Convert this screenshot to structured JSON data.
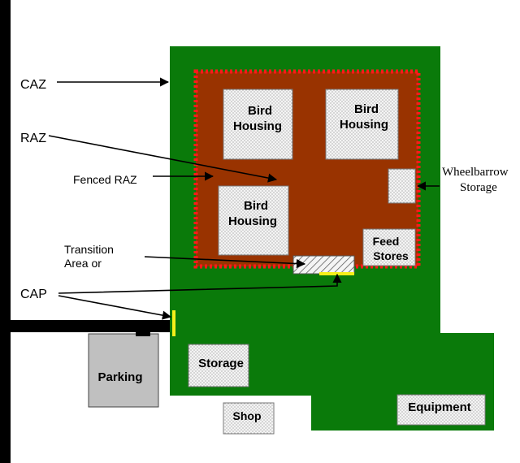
{
  "colors": {
    "caz_green": "#0a7a0a",
    "raz_brown": "#993300",
    "fence_red": "#ff1a1a",
    "road_black": "#000000",
    "cap_yellow": "#f5ef1a",
    "building_fill": "#f2f2f2",
    "parking_gray": "#c0c0c0"
  },
  "callouts": {
    "caz": "CAZ",
    "raz": "RAZ",
    "fenced_raz": "Fenced RAZ",
    "transition_line1": "Transition",
    "transition_line2": "Area or",
    "cap": "CAP",
    "wheelbarrow_line1": "Wheelbarrow",
    "wheelbarrow_line2": "Storage"
  },
  "buildings": {
    "bird_housing_1": {
      "line1": "Bird",
      "line2": "Housing"
    },
    "bird_housing_2": {
      "line1": "Bird",
      "line2": "Housing"
    },
    "bird_housing_3": {
      "line1": "Bird",
      "line2": "Housing"
    },
    "feed_stores": {
      "line1": "Feed",
      "line2": "Stores"
    },
    "storage": "Storage",
    "shop": "Shop",
    "equipment": "Equipment",
    "parking": "Parking"
  }
}
